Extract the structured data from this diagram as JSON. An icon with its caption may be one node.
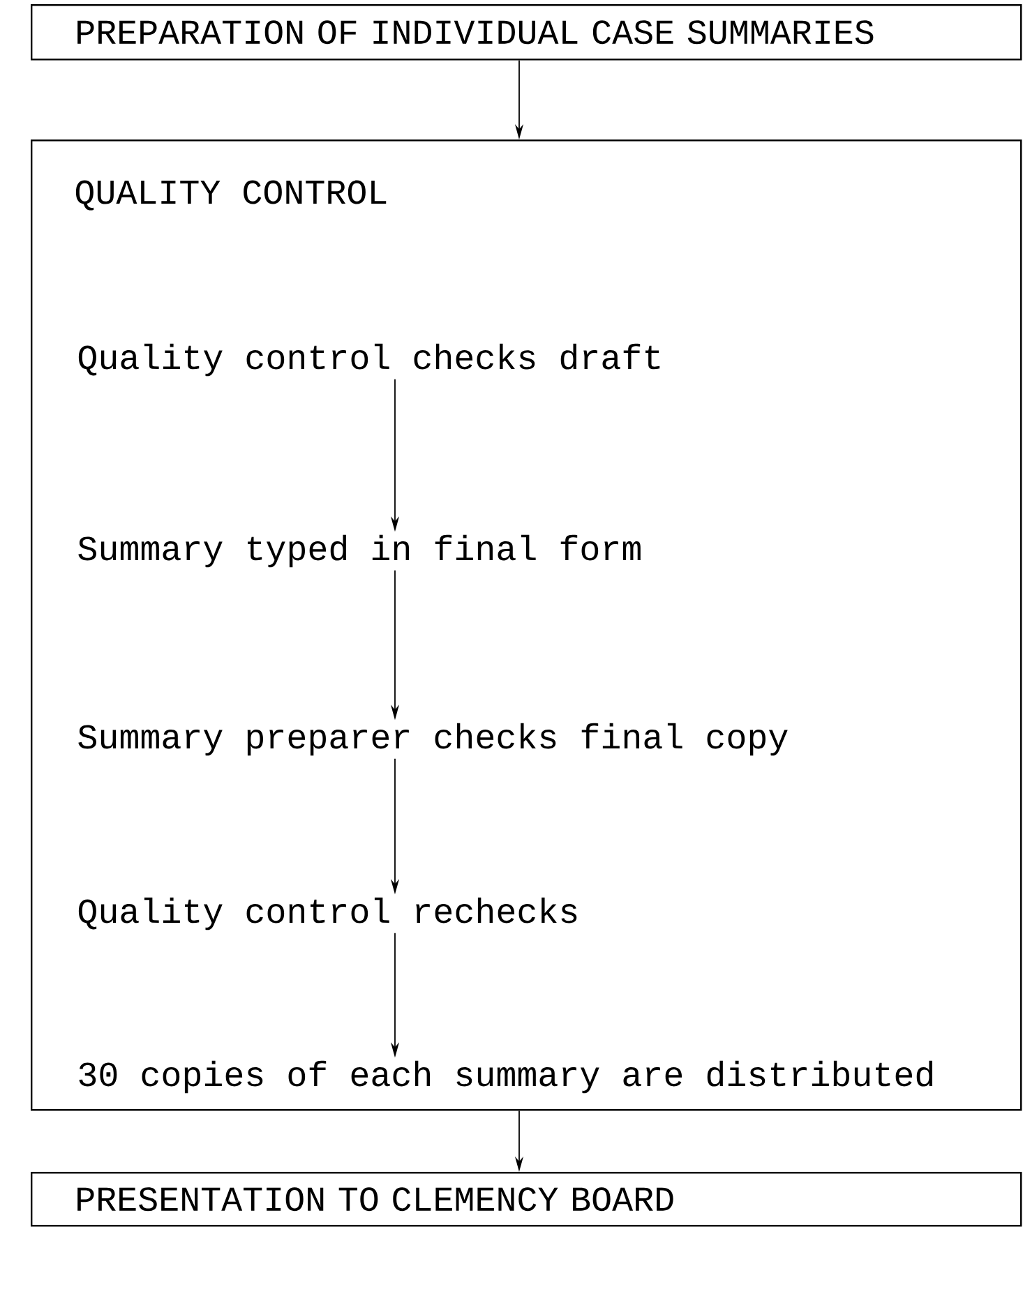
{
  "diagram": {
    "nodes": [
      {
        "text": [
          "PREPARATION OF INDIVIDUAL CASE SUMMARIES"
        ]
      },
      {
        "text": [
          "QUALITY CONTROL"
        ]
      },
      {
        "text": [
          "Quality control checks draft"
        ],
        "in": 1
      },
      {
        "text": [
          "Summary typed in final form"
        ],
        "in": 1
      },
      {
        "text": [
          "Summary preparer checks final copy"
        ],
        "in": 1
      },
      {
        "text": [
          "Quality control rechecks"
        ],
        "in": 1
      },
      {
        "text": [
          "30 copies of each summary are distributed"
        ],
        "in": 1
      },
      {
        "text": [
          "PRESENTATION TO CLEMENCY BOARD"
        ]
      }
    ],
    "edges": [
      {
        "from": 0,
        "to": 1,
        "arrow": "to"
      },
      {
        "from": 2,
        "to": 3,
        "arrow": "to"
      },
      {
        "from": 3,
        "to": 4,
        "arrow": "to"
      },
      {
        "from": 4,
        "to": 5,
        "arrow": "to"
      },
      {
        "from": 5,
        "to": 6,
        "arrow": "to"
      },
      {
        "from": 1,
        "to": 7,
        "arrow": "to"
      }
    ]
  }
}
